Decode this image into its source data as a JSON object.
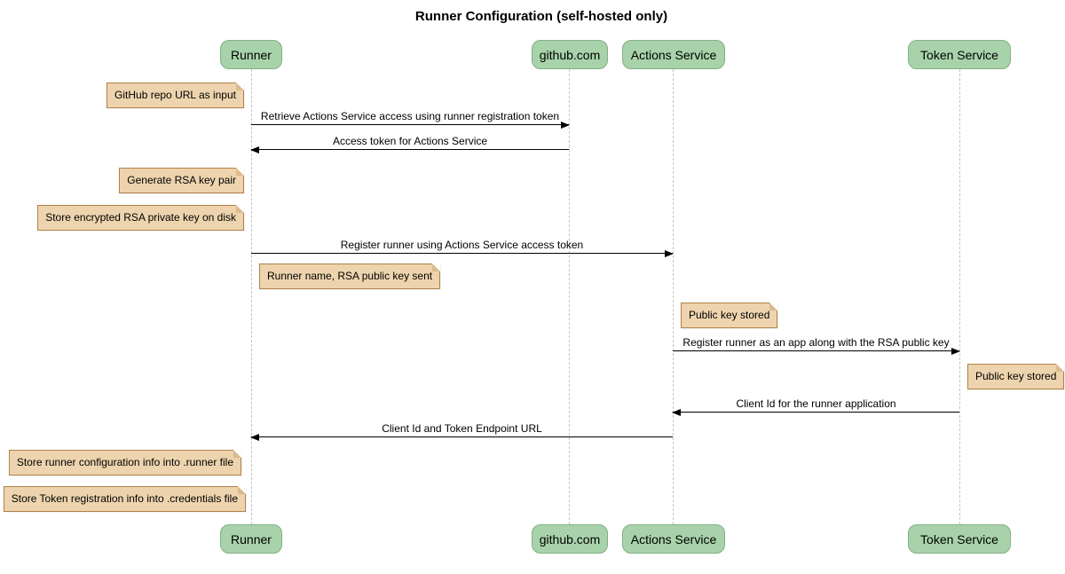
{
  "title": "Runner Configuration (self-hosted only)",
  "diagram_type": "sequence",
  "colors": {
    "actor_fill": "#a8d3aa",
    "actor_border": "#84ae86",
    "note_fill": "#edd4ae",
    "note_border": "#b18149",
    "note_fold": "#dbba8e",
    "lifeline": "#c6c6c6",
    "arrow": "#000000",
    "text": "#111111",
    "bg": "#ffffff"
  },
  "participants": [
    {
      "label": "Runner"
    },
    {
      "label": "github.com"
    },
    {
      "label": "Actions Service"
    },
    {
      "label": "Token Service"
    }
  ],
  "messages": [
    {
      "label": "Retrieve Actions Service access using runner registration token",
      "from": "Runner",
      "to": "github.com"
    },
    {
      "label": "Access token for Actions Service",
      "from": "github.com",
      "to": "Runner"
    },
    {
      "label": "Register runner using Actions Service access token",
      "from": "Runner",
      "to": "Actions Service"
    },
    {
      "label": "Register runner as an app along with the RSA public key",
      "from": "Actions Service",
      "to": "Token Service"
    },
    {
      "label": "Client Id for the runner application",
      "from": "Token Service",
      "to": "Actions Service"
    },
    {
      "label": "Client Id and Token Endpoint URL",
      "from": "Actions Service",
      "to": "Runner"
    }
  ],
  "notes": [
    {
      "label": "GitHub repo URL as input",
      "anchor": "left of Runner"
    },
    {
      "label": "Generate RSA key pair",
      "anchor": "left of Runner"
    },
    {
      "label": "Store encrypted RSA private key on disk",
      "anchor": "left of Runner"
    },
    {
      "label": "Runner name, RSA public key sent",
      "anchor": "right of Runner"
    },
    {
      "label": "Public key stored",
      "anchor": "right of Actions Service"
    },
    {
      "label": "Public key stored",
      "anchor": "right of Token Service"
    },
    {
      "label": "Store runner configuration info into .runner file",
      "anchor": "left of Runner"
    },
    {
      "label": "Store Token registration info into .credentials file",
      "anchor": "left of Runner"
    }
  ]
}
